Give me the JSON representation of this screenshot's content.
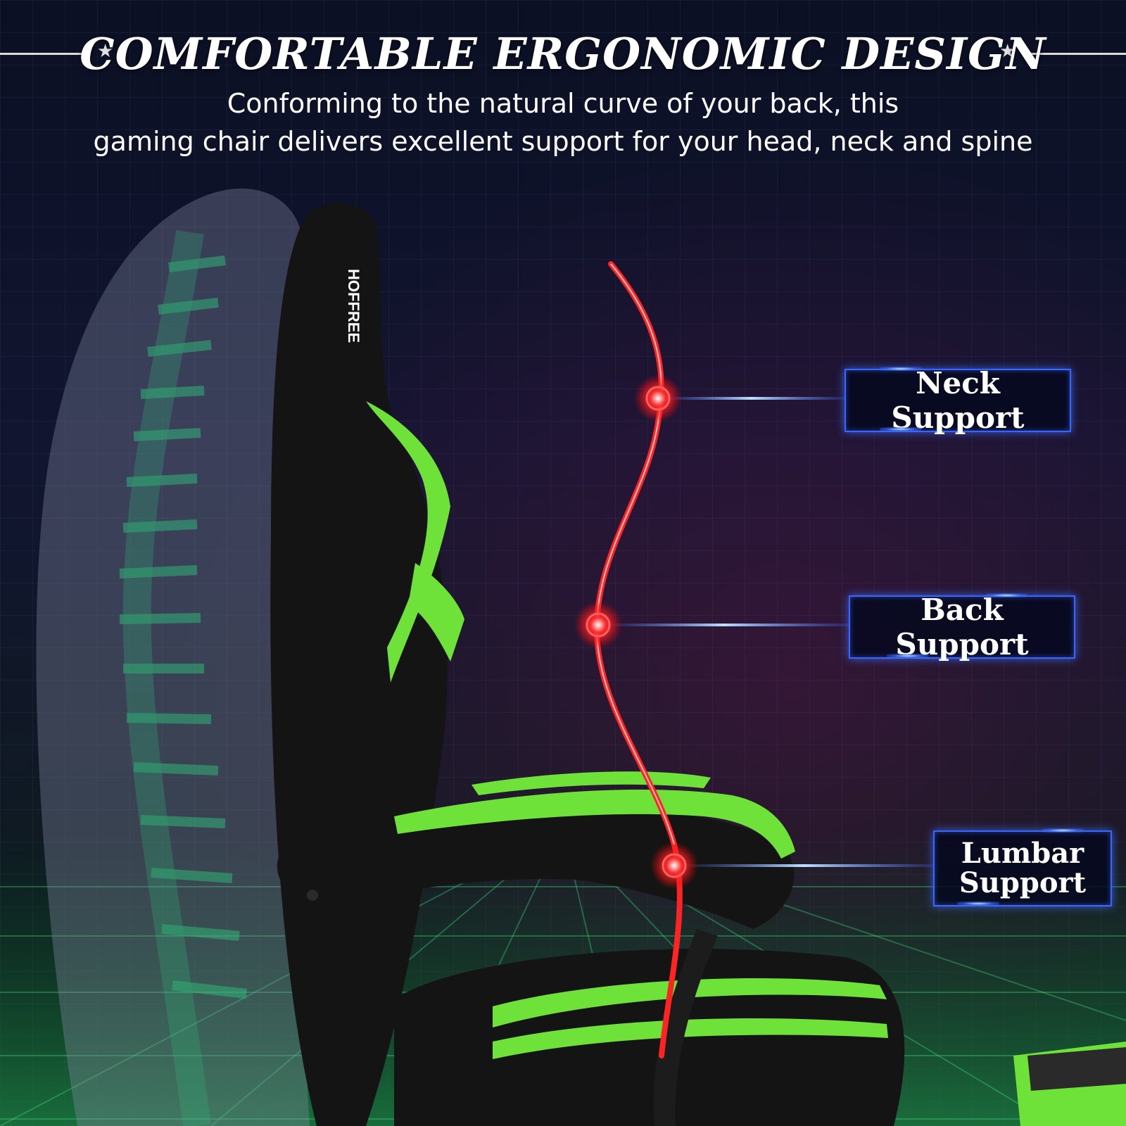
{
  "header": {
    "title": "COMFORTABLE ERGONOMIC DESIGN",
    "subtitle_line1": "Conforming to the natural curve of your back, this",
    "subtitle_line2": "gaming chair delivers excellent support for your head, neck and spine"
  },
  "callouts": {
    "neck": "Neck Support",
    "back": "Back Support",
    "lumbar_line1": "Lumbar",
    "lumbar_line2": "Support"
  },
  "brand": {
    "headrest_logo": "HOFFREE"
  },
  "colors": {
    "accent_green": "#6fe23a",
    "chair_black": "#141414",
    "spine_red": "#ff2424",
    "callout_blue": "#3a66ff",
    "spine_glow": "#2fbf7a"
  }
}
